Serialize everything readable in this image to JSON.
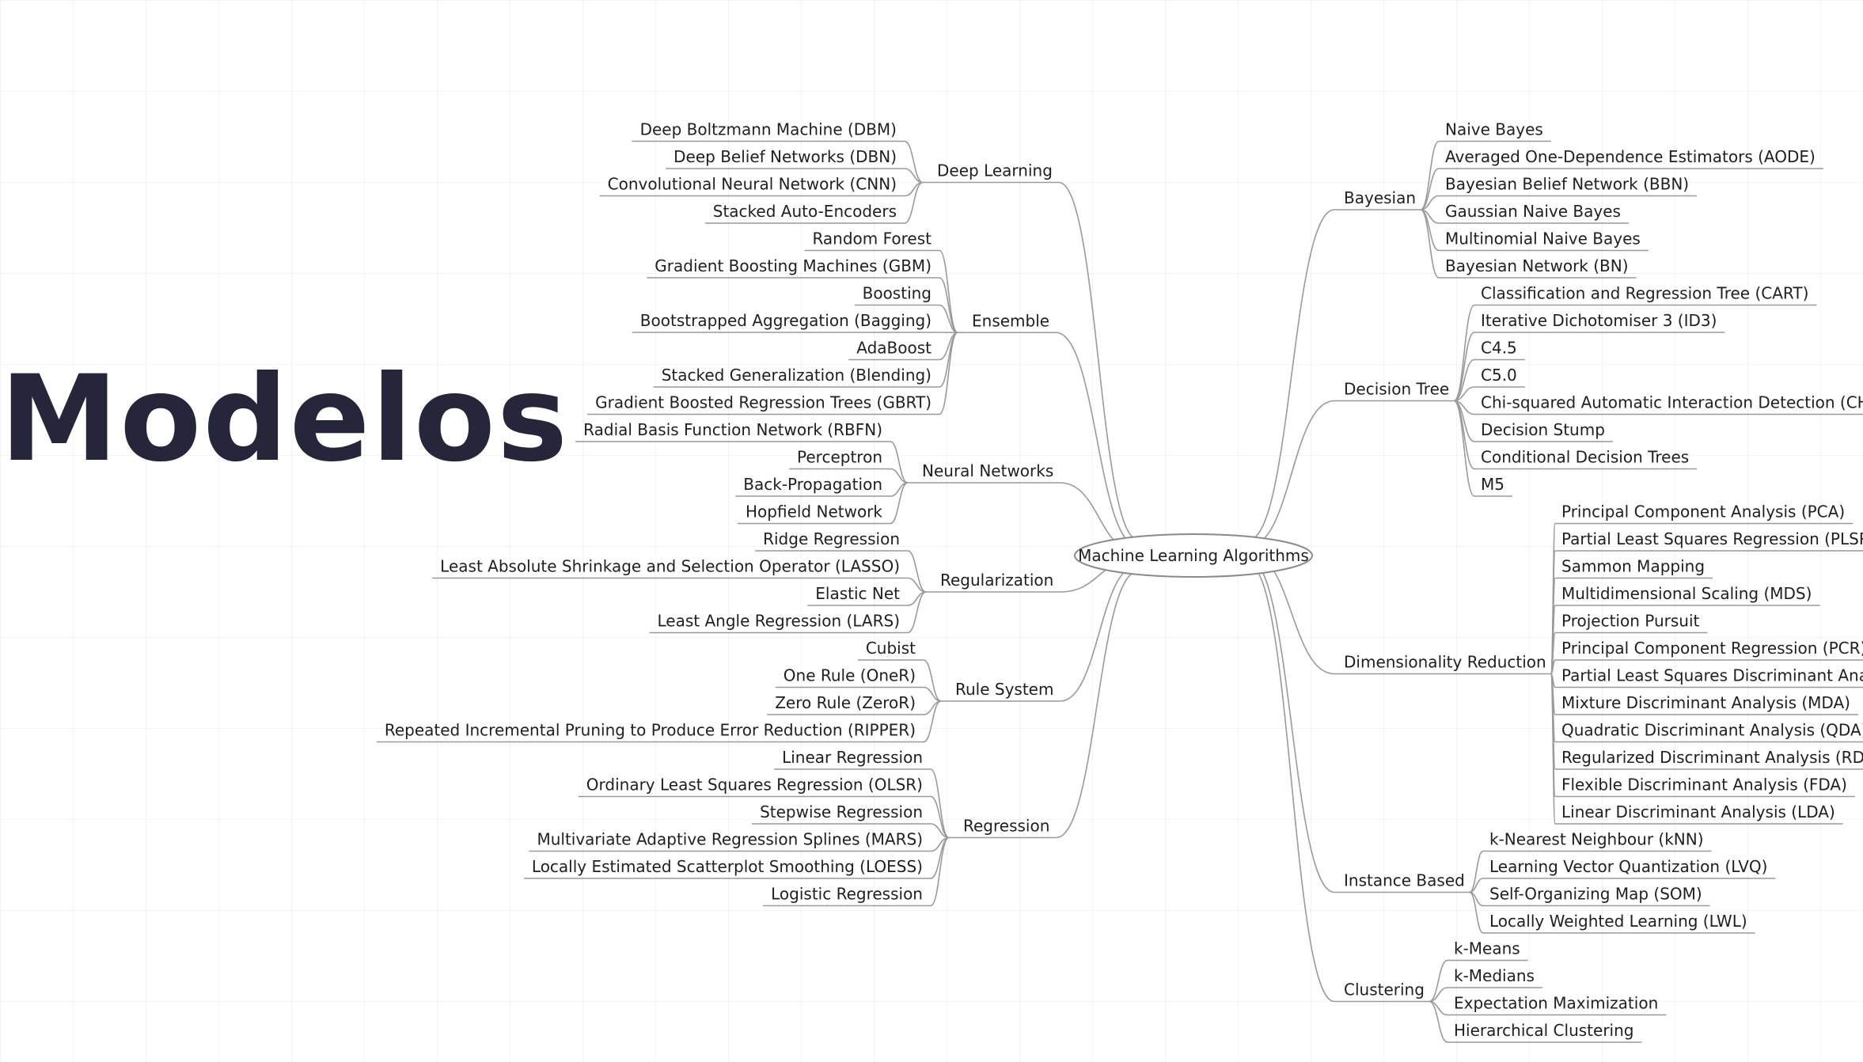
{
  "title": "Modelos",
  "mindmap": {
    "center": "Machine Learning Algorithms",
    "left": [
      {
        "name": "Deep Learning",
        "items": [
          "Deep Boltzmann Machine (DBM)",
          "Deep Belief Networks (DBN)",
          "Convolutional Neural Network (CNN)",
          "Stacked Auto-Encoders"
        ]
      },
      {
        "name": "Ensemble",
        "items": [
          "Random Forest",
          "Gradient Boosting Machines (GBM)",
          "Boosting",
          "Bootstrapped Aggregation (Bagging)",
          "AdaBoost",
          "Stacked Generalization (Blending)",
          "Gradient Boosted Regression Trees (GBRT)"
        ]
      },
      {
        "name": "Neural Networks",
        "items": [
          "Radial Basis Function Network (RBFN)",
          "Perceptron",
          "Back-Propagation",
          "Hopfield Network"
        ]
      },
      {
        "name": "Regularization",
        "items": [
          "Ridge Regression",
          "Least Absolute Shrinkage and Selection Operator (LASSO)",
          "Elastic Net",
          "Least Angle Regression (LARS)"
        ]
      },
      {
        "name": "Rule System",
        "items": [
          "Cubist",
          "One Rule (OneR)",
          "Zero Rule (ZeroR)",
          "Repeated Incremental Pruning to Produce Error Reduction (RIPPER)"
        ]
      },
      {
        "name": "Regression",
        "items": [
          "Linear Regression",
          "Ordinary Least Squares Regression (OLSR)",
          "Stepwise Regression",
          "Multivariate Adaptive Regression Splines (MARS)",
          "Locally Estimated Scatterplot Smoothing (LOESS)",
          "Logistic Regression"
        ]
      }
    ],
    "right": [
      {
        "name": "Bayesian",
        "items": [
          "Naive Bayes",
          "Averaged One-Dependence Estimators (AODE)",
          "Bayesian Belief Network (BBN)",
          "Gaussian Naive Bayes",
          "Multinomial Naive Bayes",
          "Bayesian Network (BN)"
        ]
      },
      {
        "name": "Decision Tree",
        "items": [
          "Classification and Regression Tree (CART)",
          "Iterative Dichotomiser 3 (ID3)",
          "C4.5",
          "C5.0",
          "Chi-squared Automatic Interaction Detection (CHAID)",
          "Decision Stump",
          "Conditional Decision Trees",
          "M5"
        ]
      },
      {
        "name": "Dimensionality Reduction",
        "items": [
          "Principal Component Analysis (PCA)",
          "Partial Least Squares Regression (PLSR",
          "Sammon Mapping",
          "Multidimensional Scaling (MDS)",
          "Projection Pursuit",
          "Principal Component Regression (PCR)",
          "Partial Least Squares Discriminant Analysis",
          "Mixture Discriminant Analysis (MDA)",
          "Quadratic Discriminant Analysis (QDA)",
          "Regularized Discriminant Analysis (RDA)",
          "Flexible Discriminant Analysis (FDA)",
          "Linear Discriminant Analysis (LDA)"
        ]
      },
      {
        "name": "Instance Based",
        "items": [
          "k-Nearest Neighbour (kNN)",
          "Learning Vector Quantization (LVQ)",
          "Self-Organizing Map (SOM)",
          "Locally Weighted Learning (LWL)"
        ]
      },
      {
        "name": "Clustering",
        "items": [
          "k-Means",
          "k-Medians",
          "Expectation Maximization",
          "Hierarchical Clustering"
        ]
      }
    ]
  }
}
